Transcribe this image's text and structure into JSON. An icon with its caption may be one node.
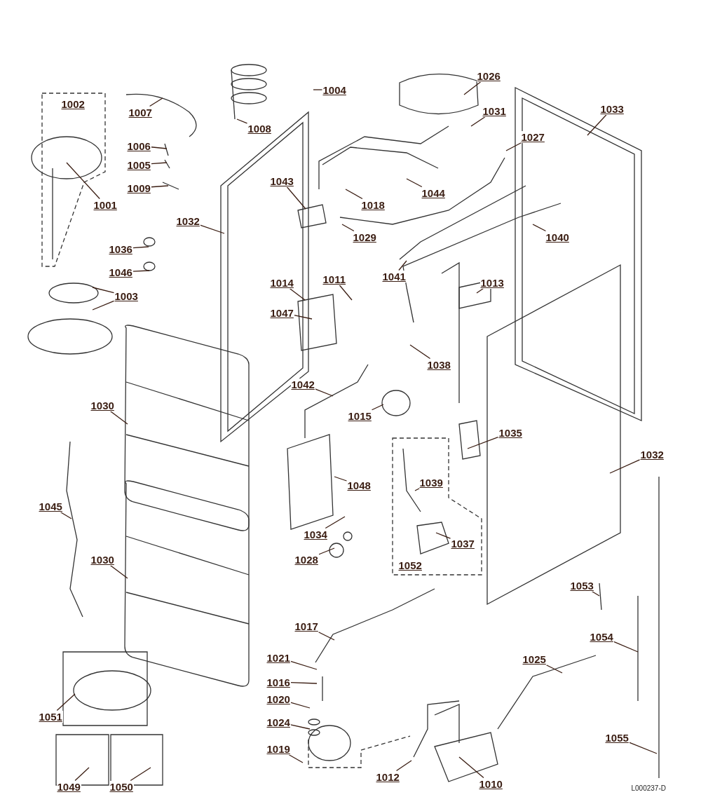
{
  "diagram": {
    "nodes": [
      {
        "text": [
          "1007"
        ]
      },
      {
        "text": [
          "1004"
        ]
      },
      {
        "text": [
          "1008"
        ]
      },
      {
        "text": [
          "1006"
        ]
      },
      {
        "text": [
          "1005"
        ]
      },
      {
        "text": [
          "1009"
        ]
      },
      {
        "text": [
          "1001"
        ]
      },
      {
        "text": [
          "1026"
        ]
      },
      {
        "text": [
          "1031"
        ]
      },
      {
        "text": [
          "1033"
        ]
      },
      {
        "text": [
          "1027"
        ]
      },
      {
        "text": [
          "1043"
        ]
      },
      {
        "text": [
          "1018"
        ]
      },
      {
        "text": [
          "1044"
        ]
      },
      {
        "text": [
          "1032"
        ]
      },
      {
        "text": [
          "1029"
        ]
      },
      {
        "text": [
          "1040"
        ]
      },
      {
        "text": [
          "1036"
        ]
      },
      {
        "text": [
          "1046"
        ]
      },
      {
        "text": [
          "1041"
        ]
      },
      {
        "text": [
          "1014"
        ]
      },
      {
        "text": [
          "1011"
        ]
      },
      {
        "text": [
          "1013"
        ]
      },
      {
        "text": [
          "1003"
        ]
      },
      {
        "text": [
          "1047"
        ]
      },
      {
        "text": [
          "1038"
        ]
      },
      {
        "text": [
          "1042"
        ]
      },
      {
        "text": [
          "1030"
        ]
      },
      {
        "text": [
          "1015"
        ]
      },
      {
        "text": [
          "1035"
        ]
      },
      {
        "text": [
          "1032"
        ]
      },
      {
        "text": [
          "1039"
        ]
      },
      {
        "text": [
          "1048"
        ]
      },
      {
        "text": [
          "1045"
        ]
      },
      {
        "text": [
          "1034"
        ]
      },
      {
        "text": [
          "1037"
        ]
      },
      {
        "text": [
          "1028"
        ]
      },
      {
        "text": [
          "1030"
        ]
      },
      {
        "text": [
          "1053"
        ]
      },
      {
        "text": [
          "1017"
        ]
      },
      {
        "text": [
          "1054"
        ]
      },
      {
        "text": [
          "1021"
        ]
      },
      {
        "text": [
          "1025"
        ]
      },
      {
        "text": [
          "1016"
        ]
      },
      {
        "text": [
          "1020"
        ]
      },
      {
        "text": [
          "1051"
        ]
      },
      {
        "text": [
          "1024"
        ]
      },
      {
        "text": [
          "1019"
        ]
      },
      {
        "text": [
          "1055"
        ]
      },
      {
        "text": [
          "1012"
        ]
      },
      {
        "text": [
          "1010"
        ]
      },
      {
        "text": [
          "1049"
        ]
      },
      {
        "text": [
          "1050"
        ]
      }
    ],
    "edges": [
      {
        "from": 0,
        "to": null,
        "arrow": "none"
      },
      {
        "from": 1,
        "to": null,
        "arrow": "none"
      },
      {
        "from": 2,
        "to": null,
        "arrow": "none"
      },
      {
        "from": 3,
        "to": null,
        "arrow": "none"
      },
      {
        "from": 4,
        "to": null,
        "arrow": "none"
      },
      {
        "from": 5,
        "to": null,
        "arrow": "none"
      },
      {
        "from": 6,
        "to": null,
        "arrow": "none"
      },
      {
        "from": 7,
        "to": null,
        "arrow": "none"
      },
      {
        "from": 8,
        "to": null,
        "arrow": "none"
      },
      {
        "from": 9,
        "to": null,
        "arrow": "none"
      },
      {
        "from": 10,
        "to": null,
        "arrow": "none"
      },
      {
        "from": 11,
        "to": null,
        "arrow": "none"
      },
      {
        "from": 12,
        "to": null,
        "arrow": "none"
      },
      {
        "from": 13,
        "to": null,
        "arrow": "none"
      },
      {
        "from": 14,
        "to": null,
        "arrow": "none"
      },
      {
        "from": 15,
        "to": null,
        "arrow": "none"
      },
      {
        "from": 16,
        "to": null,
        "arrow": "none"
      },
      {
        "from": 17,
        "to": null,
        "arrow": "none"
      },
      {
        "from": 18,
        "to": null,
        "arrow": "none"
      },
      {
        "from": 19,
        "to": null,
        "arrow": "none"
      },
      {
        "from": 20,
        "to": null,
        "arrow": "none"
      },
      {
        "from": 21,
        "to": null,
        "arrow": "none"
      },
      {
        "from": 22,
        "to": null,
        "arrow": "none"
      },
      {
        "from": 23,
        "to": null,
        "arrow": "none"
      },
      {
        "from": 24,
        "to": null,
        "arrow": "none"
      },
      {
        "from": 25,
        "to": null,
        "arrow": "none"
      },
      {
        "from": 26,
        "to": null,
        "arrow": "none"
      },
      {
        "from": 27,
        "to": null,
        "arrow": "none"
      },
      {
        "from": 28,
        "to": null,
        "arrow": "none"
      },
      {
        "from": 29,
        "to": null,
        "arrow": "none"
      },
      {
        "from": 30,
        "to": null,
        "arrow": "none"
      },
      {
        "from": 31,
        "to": null,
        "arrow": "none"
      },
      {
        "from": 32,
        "to": null,
        "arrow": "none"
      },
      {
        "from": 33,
        "to": null,
        "arrow": "none"
      },
      {
        "from": 34,
        "to": null,
        "arrow": "none"
      },
      {
        "from": 35,
        "to": null,
        "arrow": "none"
      },
      {
        "from": 36,
        "to": null,
        "arrow": "none"
      },
      {
        "from": 37,
        "to": null,
        "arrow": "none"
      },
      {
        "from": 38,
        "to": null,
        "arrow": "none"
      },
      {
        "from": 39,
        "to": null,
        "arrow": "none"
      },
      {
        "from": 40,
        "to": null,
        "arrow": "none"
      },
      {
        "from": 41,
        "to": null,
        "arrow": "none"
      },
      {
        "from": 42,
        "to": null,
        "arrow": "none"
      },
      {
        "from": 43,
        "to": null,
        "arrow": "none"
      },
      {
        "from": 44,
        "to": null,
        "arrow": "none"
      },
      {
        "from": 45,
        "to": null,
        "arrow": "none"
      },
      {
        "from": 46,
        "to": null,
        "arrow": "none"
      },
      {
        "from": 47,
        "to": null,
        "arrow": "none"
      },
      {
        "from": 48,
        "to": null,
        "arrow": "none"
      },
      {
        "from": 49,
        "to": null,
        "arrow": "none"
      },
      {
        "from": 50,
        "to": null,
        "arrow": "none"
      },
      {
        "from": 51,
        "to": null,
        "arrow": "none"
      },
      {
        "from": 52,
        "to": null,
        "arrow": "none"
      },
      {
        "from": 23,
        "to": null,
        "arrow": "none"
      }
    ],
    "labels": [
      "1002",
      "1052",
      "L000237-D"
    ]
  }
}
